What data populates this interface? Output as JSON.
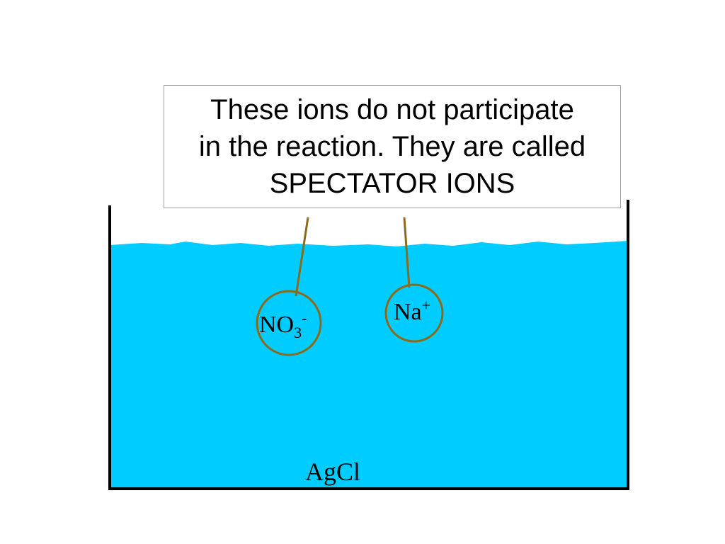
{
  "callout": {
    "line1": "These ions do not participate",
    "line2": "in the reaction. They are called",
    "line3": "SPECTATOR IONS"
  },
  "ions": {
    "nitrate": {
      "base": "NO",
      "subscript": "3",
      "charge": "-"
    },
    "sodium": {
      "base": "Na",
      "charge": "+"
    }
  },
  "precipitate": {
    "label": "AgCl"
  },
  "colors": {
    "water": "#00CCFF",
    "beaker": "#000000",
    "ion_outline": "#8B6A1E",
    "leader_line": "#8B6A1E"
  }
}
